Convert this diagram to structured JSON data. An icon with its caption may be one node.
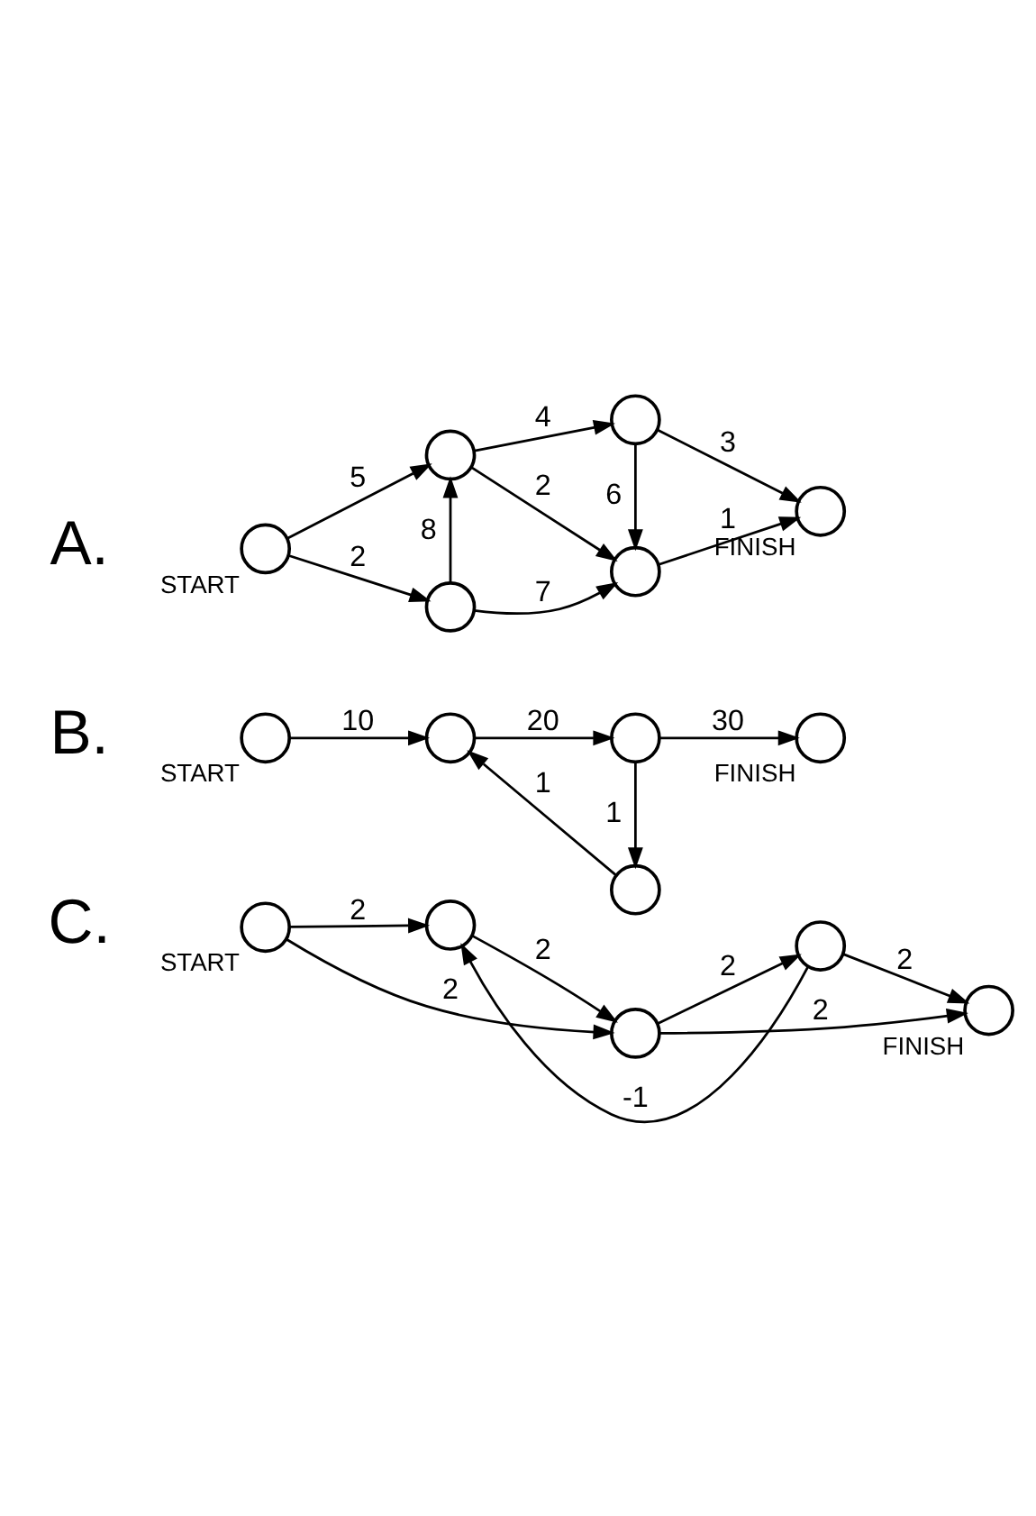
{
  "diagram": {
    "nodes": [
      {
        "text": [],
        "shape": "circle",
        "beside": [
          "START"
        ]
      },
      {
        "text": [],
        "shape": "circle"
      },
      {
        "text": [],
        "shape": "circle"
      },
      {
        "text": [],
        "shape": "circle"
      },
      {
        "text": [],
        "shape": "circle"
      },
      {
        "text": [],
        "shape": "circle",
        "beside": [
          "FINISH"
        ]
      },
      {
        "text": [],
        "shape": "circle",
        "beside": [
          "START"
        ]
      },
      {
        "text": [],
        "shape": "circle"
      },
      {
        "text": [],
        "shape": "circle"
      },
      {
        "text": [],
        "shape": "circle"
      },
      {
        "text": [],
        "shape": "circle",
        "beside": [
          "FINISH"
        ]
      },
      {
        "text": [],
        "shape": "circle",
        "beside": [
          "START"
        ]
      },
      {
        "text": [],
        "shape": "circle"
      },
      {
        "text": [],
        "shape": "circle"
      },
      {
        "text": [],
        "shape": "circle"
      },
      {
        "text": [],
        "shape": "circle",
        "beside": [
          "FINISH"
        ]
      }
    ],
    "edges": [
      {
        "from": 0,
        "to": 1,
        "arrow": "to",
        "label": "5"
      },
      {
        "from": 0,
        "to": 2,
        "arrow": "to",
        "label": "2"
      },
      {
        "from": 2,
        "to": 1,
        "arrow": "to",
        "label": "8"
      },
      {
        "from": 1,
        "to": 3,
        "arrow": "to",
        "label": "4"
      },
      {
        "from": 1,
        "to": 4,
        "arrow": "to",
        "label": "2"
      },
      {
        "from": 2,
        "to": 4,
        "arrow": "to",
        "label": "7"
      },
      {
        "from": 3,
        "to": 4,
        "arrow": "to",
        "label": "6"
      },
      {
        "from": 3,
        "to": 5,
        "arrow": "to",
        "label": "3"
      },
      {
        "from": 4,
        "to": 5,
        "arrow": "to",
        "label": "1"
      },
      {
        "from": 6,
        "to": 7,
        "arrow": "to",
        "label": "10"
      },
      {
        "from": 7,
        "to": 9,
        "arrow": "to",
        "label": "20"
      },
      {
        "from": 9,
        "to": 8,
        "arrow": "to",
        "label": "1"
      },
      {
        "from": 8,
        "to": 7,
        "arrow": "to",
        "label": "1"
      },
      {
        "from": 9,
        "to": 10,
        "arrow": "to",
        "label": "30"
      },
      {
        "from": 11,
        "to": 13,
        "arrow": "to",
        "label": "2"
      },
      {
        "from": 11,
        "to": 12,
        "arrow": "to",
        "label": "2"
      },
      {
        "from": 12,
        "to": 13,
        "arrow": "to",
        "label": "2"
      },
      {
        "from": 13,
        "to": 15,
        "arrow": "to",
        "label": "2"
      },
      {
        "from": 13,
        "to": 14,
        "arrow": "to",
        "label": "2"
      },
      {
        "from": 14,
        "to": 12,
        "arrow": "to",
        "label": "-1"
      },
      {
        "from": 14,
        "to": 15,
        "arrow": "to",
        "label": "2"
      }
    ],
    "labels": [
      "A.",
      "B.",
      "C."
    ]
  }
}
